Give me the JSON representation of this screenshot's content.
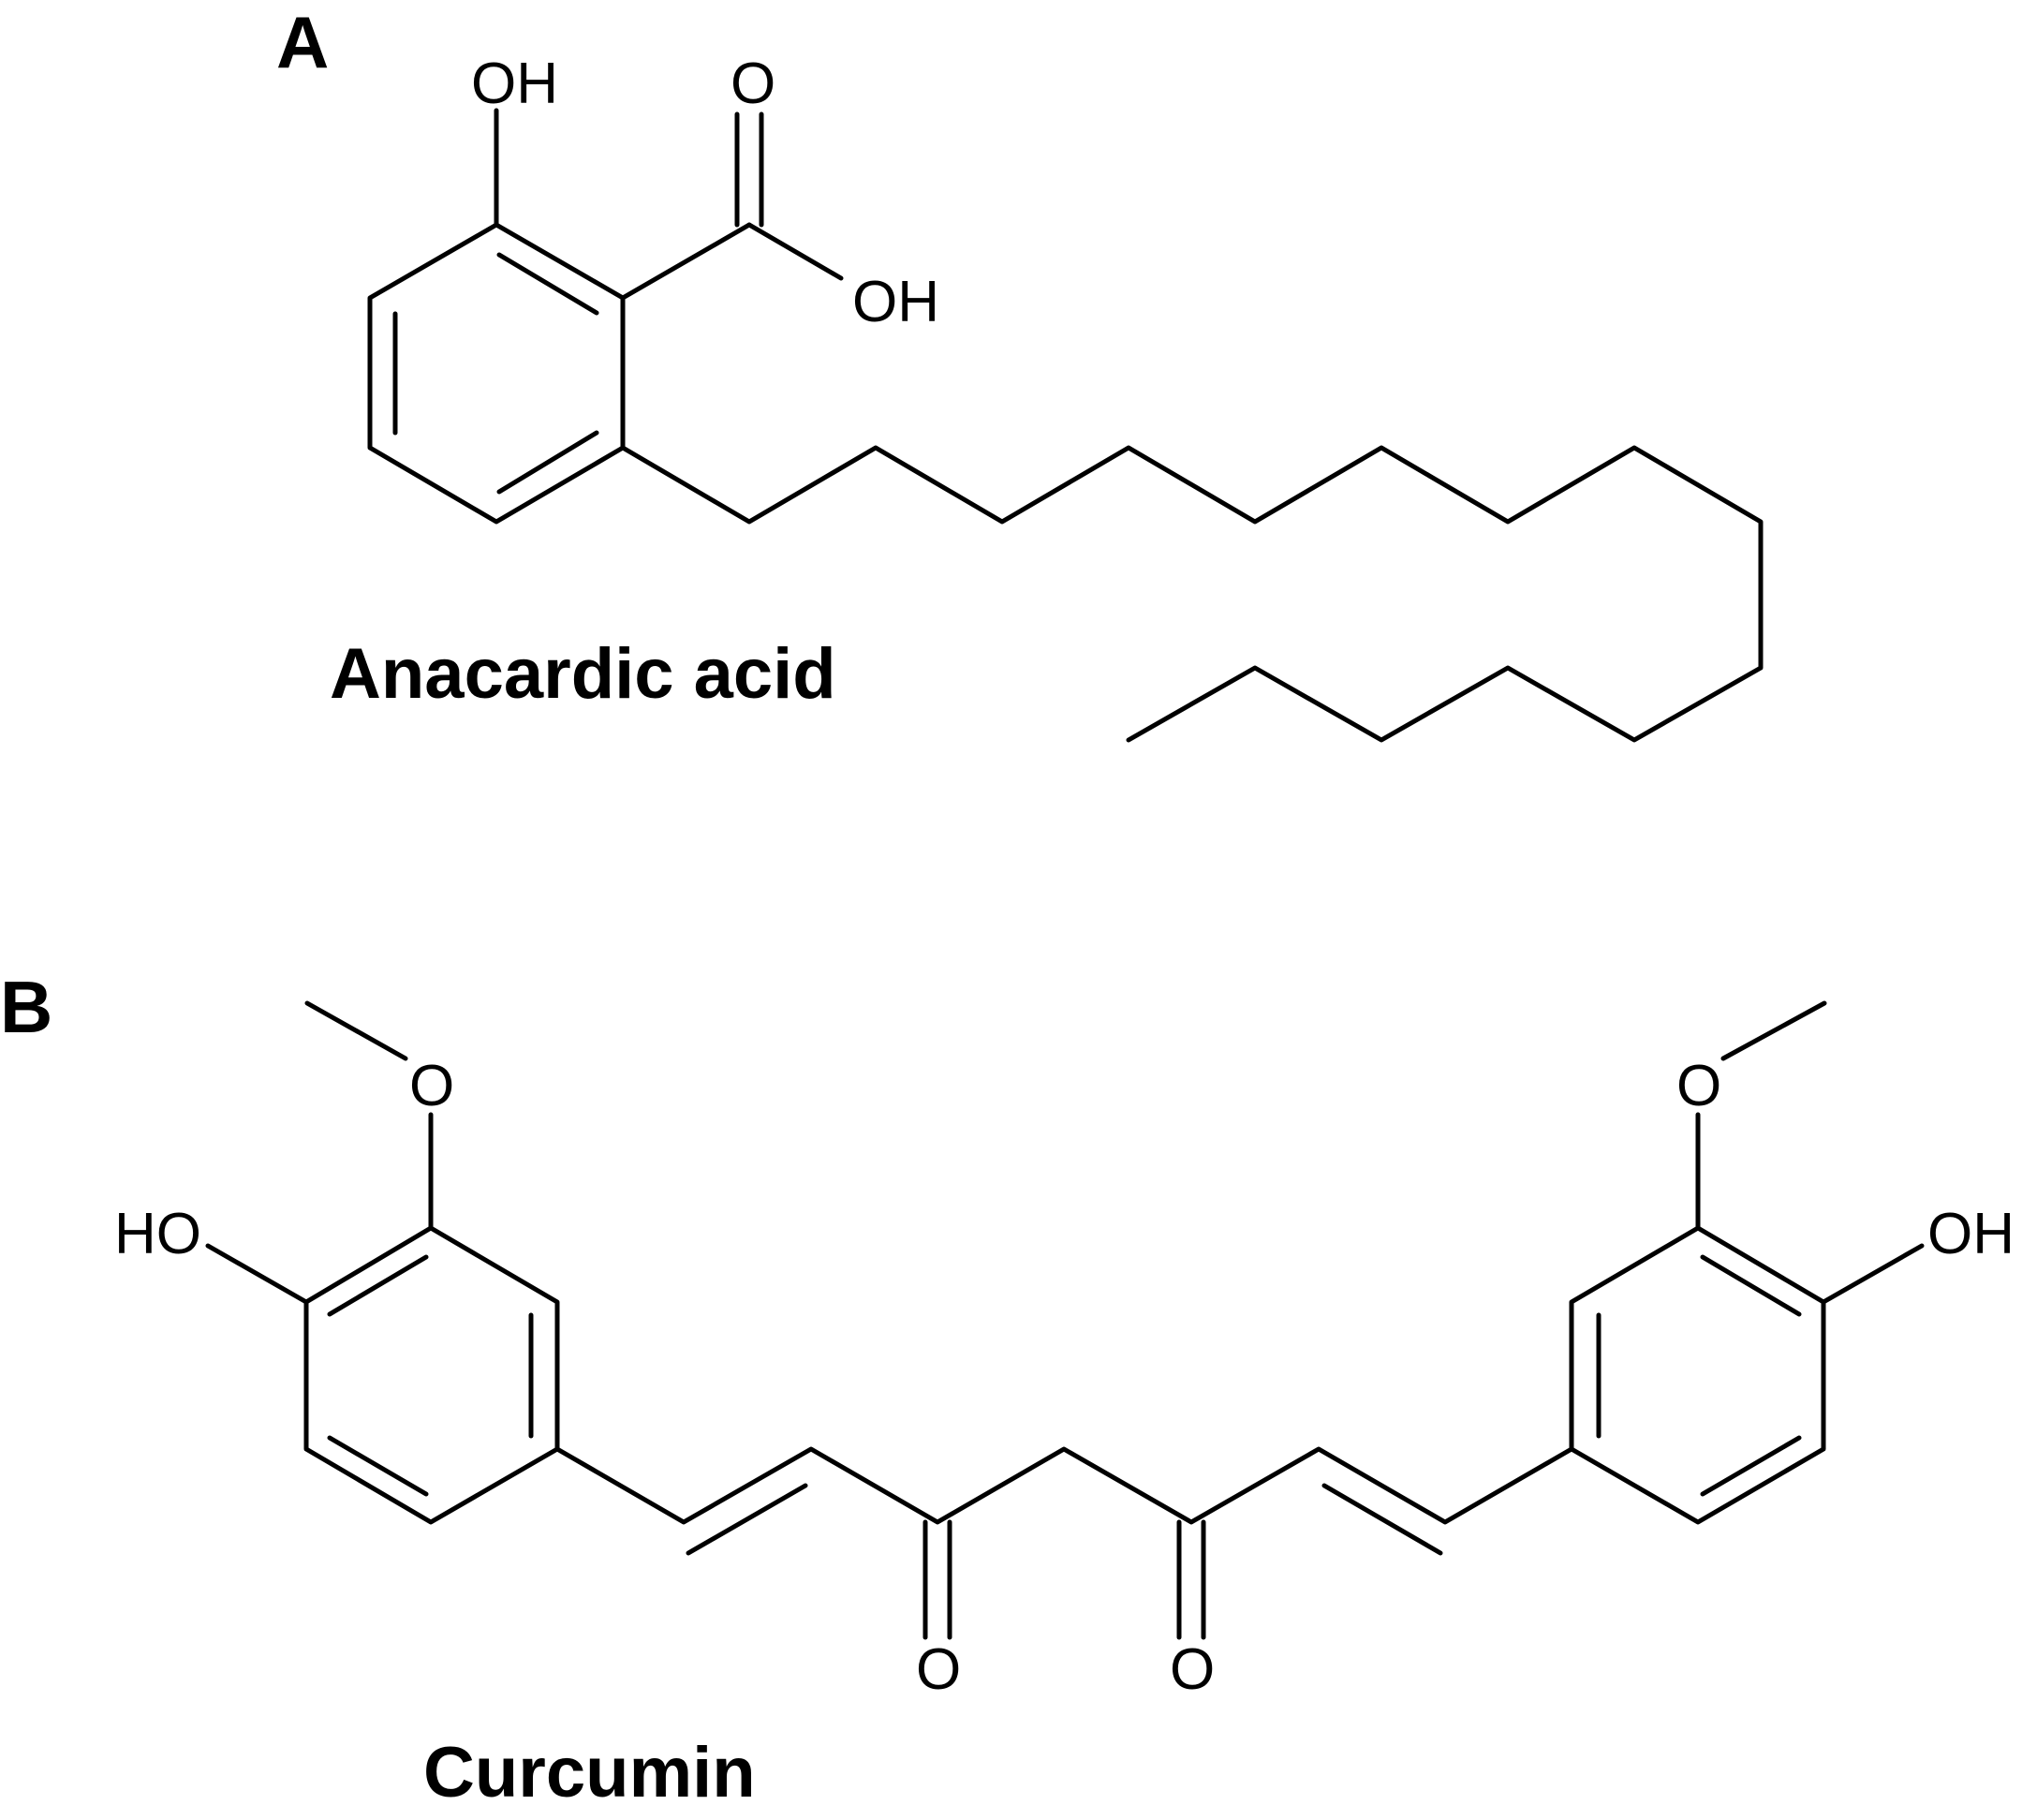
{
  "panels": [
    {
      "label": "A",
      "compound_name": "Anacardic acid",
      "atom_labels": {
        "phenol_oh": "OH",
        "carbonyl_o": "O",
        "acid_oh": "OH"
      }
    },
    {
      "label": "B",
      "compound_name": "Curcumin",
      "atom_labels": {
        "left_methoxy_o": "O",
        "left_ho": "HO",
        "right_methoxy_o": "O",
        "right_oh": "OH",
        "left_keto_o": "O",
        "right_keto_o": "O"
      }
    }
  ],
  "colors": {
    "line": "#000000",
    "background": "#ffffff"
  }
}
